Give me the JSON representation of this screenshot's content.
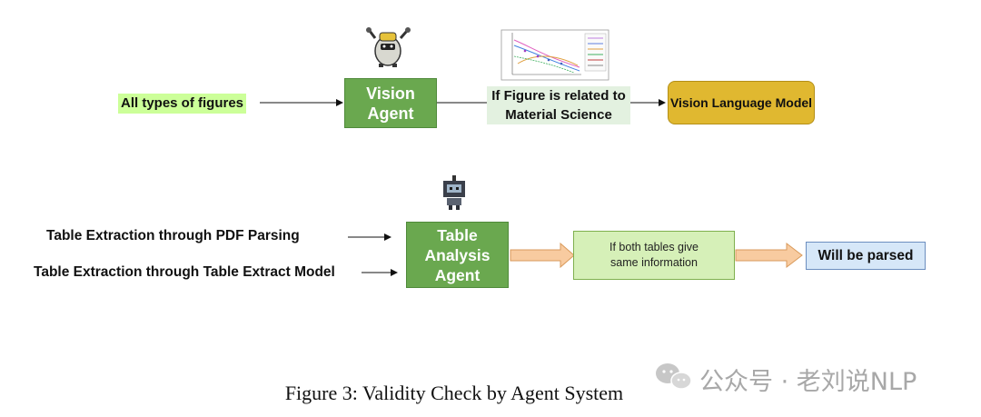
{
  "top_row": {
    "input_label": "All types of figures",
    "agent_label": "Vision\nAgent",
    "condition_label": "If Figure is related to\nMaterial Science",
    "target_label": "Vision Language Model"
  },
  "bottom_row": {
    "sources": [
      "Table Extraction through PDF Parsing",
      "Table Extraction through Table Extract Model"
    ],
    "agent_label": "Table\nAnalysis\nAgent",
    "condition_label": "If both tables give\nsame information",
    "result_label": "Will be parsed"
  },
  "caption": "Figure 3: Validity Check by Agent System",
  "watermark": "公众号 · 老刘说NLP",
  "colors": {
    "agent_green": "#6aa84f",
    "vlm_gold": "#e0b830",
    "highlight_green": "#ccff99",
    "arrow_orange": "#f8cba0",
    "result_blue": "#d6e7f8"
  }
}
